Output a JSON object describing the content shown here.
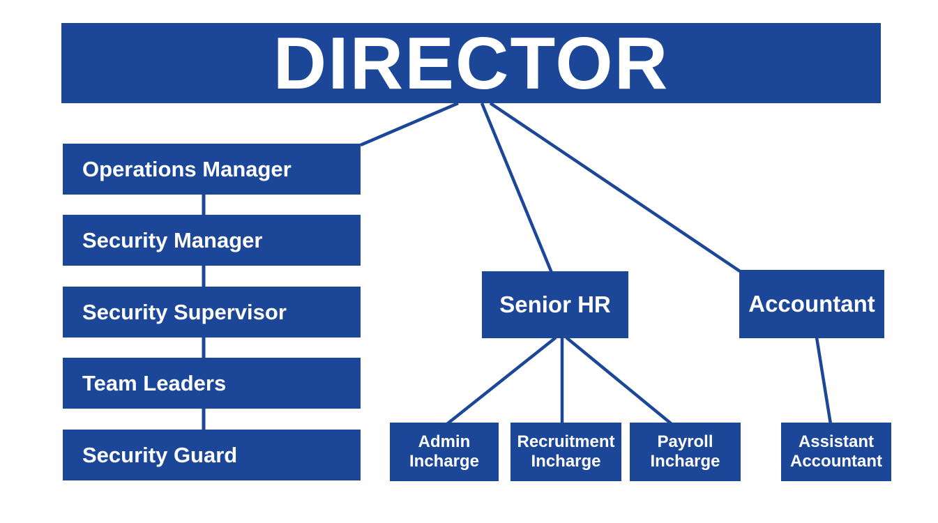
{
  "org": {
    "director": "DIRECTOR",
    "left_chain": [
      "Operations Manager",
      "Security Manager",
      "Security Supervisor",
      "Team Leaders",
      "Security Guard"
    ],
    "senior_hr": "Senior HR",
    "accountant": "Accountant",
    "hr_children": [
      {
        "line1": "Admin",
        "line2": "Incharge"
      },
      {
        "line1": "Recruitment",
        "line2": "Incharge"
      },
      {
        "line1": "Payroll",
        "line2": "Incharge"
      }
    ],
    "accountant_children": [
      {
        "line1": "Assistant",
        "line2": "Accountant"
      }
    ],
    "colors": {
      "box_fill": "#1c4799",
      "box_text": "#ffffff",
      "connector": "#1c4799",
      "background": "#ffffff"
    }
  }
}
